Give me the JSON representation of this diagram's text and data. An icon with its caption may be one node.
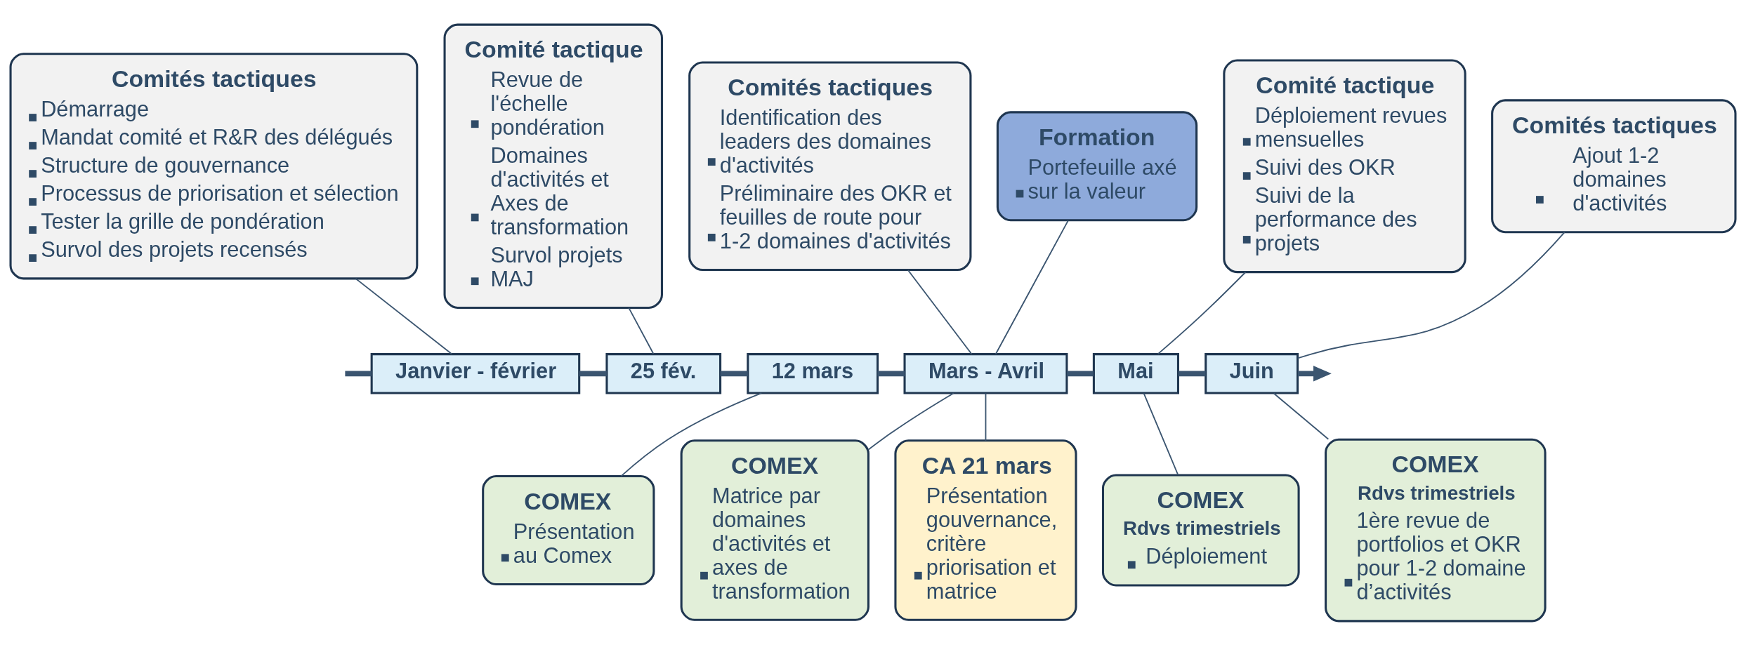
{
  "diagram": {
    "nodes": [
      {
        "text": [
          "Comités tactiques",
          "Démarrage",
          "Mandat comité et R&R des délégués",
          "Structure de gouvernance",
          "Processus de priorisation et sélection",
          "Tester la grille de pondération",
          "Survol des projets recensés"
        ]
      },
      {
        "text": [
          "Comité tactique",
          "Revue de l'échelle pondération",
          "Domaines d'activités et Axes de transformation",
          "Survol projets MAJ"
        ]
      },
      {
        "text": [
          "Comités tactiques",
          "Identification des leaders des domaines d'activités",
          "Préliminaire des OKR et feuilles de route pour 1-2 domaines d'activités"
        ]
      },
      {
        "text": [
          "Formation",
          "Portefeuille axé sur la valeur"
        ]
      },
      {
        "text": [
          "Comité tactique",
          "Déploiement revues mensuelles",
          "Suivi des OKR",
          "Suivi de la performance des projets"
        ]
      },
      {
        "text": [
          "Comités tactiques",
          "Ajout 1-2 domaines d'activités"
        ]
      },
      {
        "text": [
          "Janvier - février"
        ]
      },
      {
        "text": [
          "25 fév."
        ]
      },
      {
        "text": [
          "12 mars"
        ]
      },
      {
        "text": [
          "Mars - Avril"
        ]
      },
      {
        "text": [
          "Mai"
        ]
      },
      {
        "text": [
          "Juin"
        ]
      },
      {
        "text": [
          "COMEX",
          "Présentation au Comex"
        ]
      },
      {
        "text": [
          "COMEX",
          "Matrice par domaines d'activités et axes de transformation"
        ]
      },
      {
        "text": [
          "CA 21 mars",
          "Présentation gouvernance, critère priorisation et matrice"
        ]
      },
      {
        "text": [
          "COMEX",
          "Rdvs trimestriels",
          "Déploiement"
        ]
      },
      {
        "text": [
          "COMEX",
          "Rdvs trimestriels",
          "1ère revue de portfolios et OKR pour 1-2 domaine d’activités"
        ]
      }
    ],
    "edges": [
      {
        "from": null,
        "to": 6,
        "arrow": "none",
        "style": "thick"
      },
      {
        "from": 6,
        "to": 7,
        "arrow": "none",
        "style": "thick"
      },
      {
        "from": 7,
        "to": 8,
        "arrow": "none",
        "style": "thick"
      },
      {
        "from": 8,
        "to": 9,
        "arrow": "none",
        "style": "thick"
      },
      {
        "from": 9,
        "to": 10,
        "arrow": "none",
        "style": "thick"
      },
      {
        "from": 10,
        "to": 11,
        "arrow": "none",
        "style": "thick"
      },
      {
        "from": 11,
        "to": null,
        "arrow": "to",
        "style": "thick"
      },
      {
        "from": 0,
        "to": 6,
        "arrow": "none"
      },
      {
        "from": 1,
        "to": 7,
        "arrow": "none"
      },
      {
        "from": 2,
        "to": 9,
        "arrow": "none"
      },
      {
        "from": 3,
        "to": 9,
        "arrow": "none"
      },
      {
        "from": 4,
        "to": 10,
        "arrow": "none"
      },
      {
        "from": 5,
        "to": 11,
        "arrow": "none"
      },
      {
        "from": 8,
        "to": 12,
        "arrow": "none"
      },
      {
        "from": 9,
        "to": 13,
        "arrow": "none"
      },
      {
        "from": 9,
        "to": 14,
        "arrow": "none"
      },
      {
        "from": 10,
        "to": 15,
        "arrow": "none"
      },
      {
        "from": 11,
        "to": 16,
        "arrow": "none"
      }
    ]
  }
}
